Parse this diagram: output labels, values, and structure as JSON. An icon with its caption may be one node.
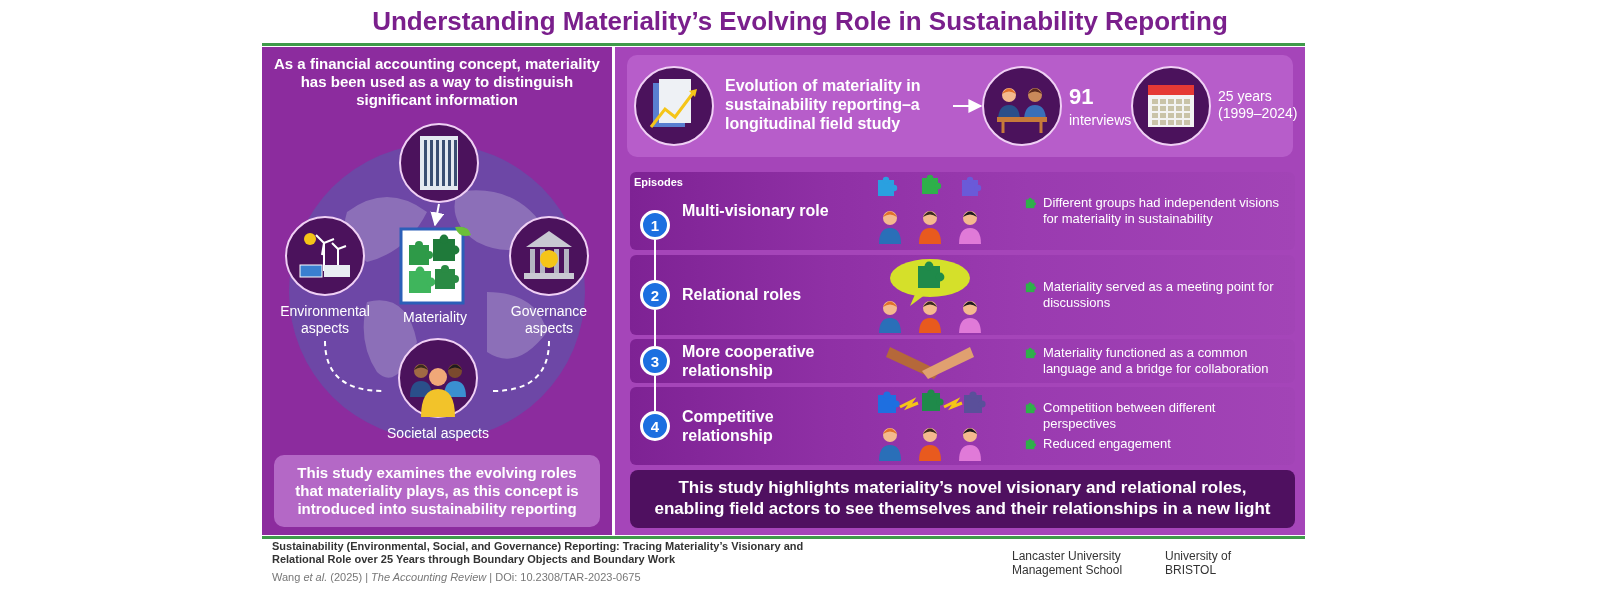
{
  "diagram": {
    "title": "Understanding Materiality’s Evolving Role in Sustainability Reporting",
    "nodes": [
      {
        "text": [
          "As a financial accounting concept, materiality has been used as a way to distinguish significant information"
        ]
      },
      {
        "text": [],
        "shape": "picture",
        "in": 0
      },
      {
        "text": [
          "Environmental aspects"
        ],
        "in": 0
      },
      {
        "text": [
          "Materiality"
        ],
        "in": 0
      },
      {
        "text": [
          "Governance aspects"
        ],
        "in": 0
      },
      {
        "text": [
          "Societal aspects"
        ],
        "in": 0
      },
      {
        "text": [
          "This study examines the evolving roles that materiality plays, as this concept is introduced into sustainability reporting"
        ],
        "in": 0
      },
      {
        "text": [],
        "shape": "box"
      },
      {
        "text": [
          "Evolution of materiality in sustainability reporting–a longitudinal field study"
        ],
        "in": 7
      },
      {
        "text": [
          "91",
          "interviews"
        ],
        "in": 7
      },
      {
        "text": [
          "25 years (1999–2024)"
        ],
        "in": 7
      },
      {
        "text": [
          "Multi-visionary role",
          "Different groups had independent visions for materiality in sustainability"
        ],
        "in": 7
      },
      {
        "text": [
          "1"
        ],
        "in": 11
      },
      {
        "text": [
          "Relational roles",
          "Materiality served as a meeting point for discussions"
        ],
        "in": 7
      },
      {
        "text": [
          "2"
        ],
        "in": 13
      },
      {
        "text": [
          "More cooperative relationship",
          "Materiality functioned as a common language and a bridge for collaboration"
        ],
        "in": 7
      },
      {
        "text": [
          "3"
        ],
        "in": 15
      },
      {
        "text": [
          "Competitive relationship",
          "Competition between different perspectives",
          "Reduced engagement"
        ],
        "in": 7
      },
      {
        "text": [
          "4"
        ],
        "in": 17
      },
      {
        "text": [
          "This study highlights materiality’s novel visionary and relational roles, enabling field actors to see themselves and their relationships in a new light"
        ],
        "in": 7
      }
    ],
    "edges": [
      {
        "from": 1,
        "to": 3,
        "arrow": "to"
      },
      {
        "from": 2,
        "to": 5,
        "arrow": "none",
        "style": "dashed"
      },
      {
        "from": 5,
        "to": 4,
        "arrow": "none",
        "style": "dashed"
      },
      {
        "from": 8,
        "to": 9,
        "arrow": "to"
      },
      {
        "from": 12,
        "to": 14,
        "arrow": "none"
      },
      {
        "from": 14,
        "to": 16,
        "arrow": "none"
      },
      {
        "from": 16,
        "to": 18,
        "arrow": "none"
      }
    ],
    "labels": [
      "Episodes",
      "Sustainability (Environmental, Social, and Governance) Reporting: Tracing Materiality’s Visionary and Relational Role over 25 Years through Boundary Objects and Boundary Work",
      "Wang *et al.* (2025) | *The Accounting Review* | DOi: 10.2308/TAR-2023-0675",
      "Lancaster University Management School",
      "University of BRISTOL"
    ]
  }
}
